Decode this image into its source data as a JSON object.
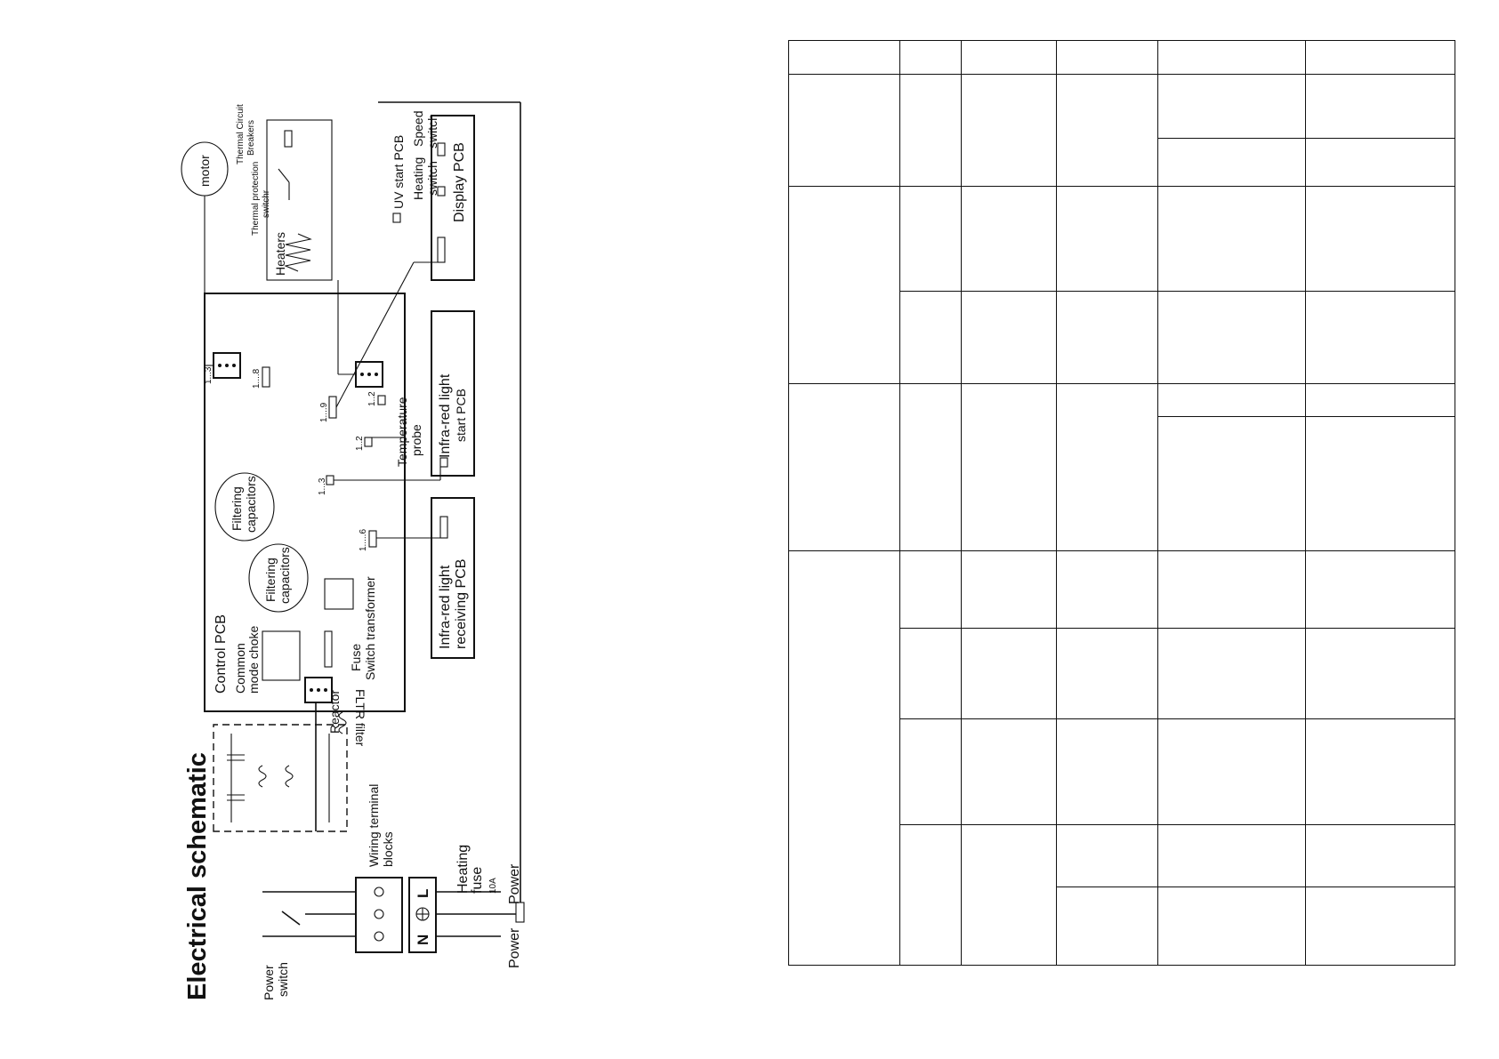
{
  "schematic": {
    "title": "Electrical schematic",
    "labels": {
      "motor": "motor",
      "heaters": "Heaters",
      "thermal_switch": "Thermal protection switch",
      "thermal_breakers": "Thermal Circuit Breakers",
      "uv_start_pcb": "UV start PCB",
      "heating_switch": "Heating switch",
      "speed_switch": "Speed switch",
      "display_pcb": "Display PCB",
      "control_pcb": "Control PCB",
      "common_mode_choke": "Common mode choke",
      "filtering_capacitors_1": "Filtering capacitors",
      "filtering_capacitors_2": "Filtering capacitors",
      "fuse": "Fuse",
      "switch_transformer": "Switch transformer",
      "temperature_probe": "Temperature probe",
      "ir_start_pcb_line1": "Infra-red light",
      "ir_start_pcb_line2": "start PCB",
      "ir_receiving_pcb_line1": "Infra-red light",
      "ir_receiving_pcb_line2": "receiving PCB",
      "fltr_filter": "FLTR filter",
      "reactor": "Reactor",
      "wiring_terminal_blocks": "Wiring terminal blocks",
      "heating_fuse_line1": "Heating",
      "heating_fuse_line2": "fuse",
      "heating_fuse_rating": "10A",
      "power_switch": "Power switch",
      "power_1": "Power",
      "power_2": "Power",
      "terminal_n": "N",
      "terminal_l": "L",
      "connector_1_3_a": "1...3",
      "connector_1_8_a": "1....8",
      "connector_1_9": "1....9",
      "connector_1_2_a": "1..2",
      "connector_1_2_b": "1..2",
      "connector_1_3_b": "1...3",
      "connector_1_6": "1.....6"
    }
  },
  "table": {
    "rows": [
      [
        "",
        "",
        "",
        "",
        "",
        ""
      ],
      [
        "",
        "",
        "",
        "",
        "",
        ""
      ],
      [
        "",
        ""
      ],
      [
        "",
        "",
        "",
        "",
        "",
        ""
      ],
      [
        "",
        "",
        "",
        "",
        ""
      ],
      [
        "",
        "",
        "",
        "",
        "",
        ""
      ],
      [
        "",
        ""
      ],
      [
        "",
        "",
        "",
        "",
        "",
        ""
      ],
      [
        "",
        "",
        "",
        "",
        ""
      ],
      [
        "",
        "",
        "",
        "",
        ""
      ],
      [
        "",
        "",
        "",
        "",
        ""
      ],
      [
        "",
        "",
        ""
      ]
    ]
  }
}
